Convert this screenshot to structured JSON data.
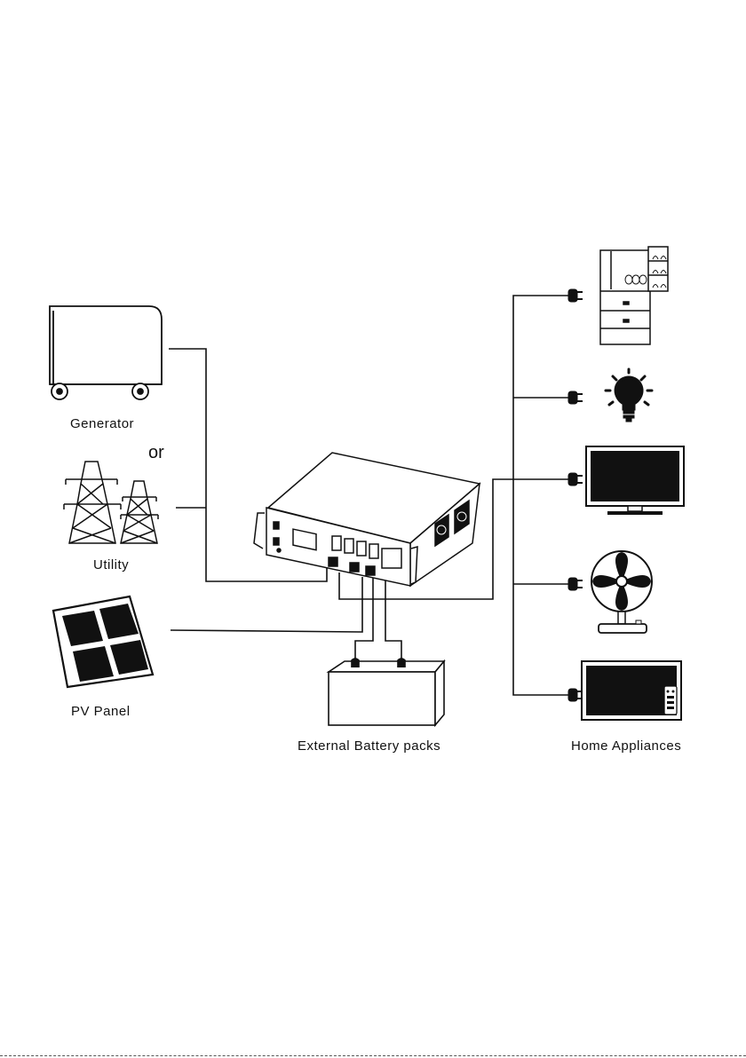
{
  "labels": {
    "generator": "Generator",
    "or": "or",
    "utility": "Utility",
    "pv_panel": "PV Panel",
    "external_battery": "External Battery packs",
    "home_appliances": "Home Appliances"
  },
  "colors": {
    "line": "#111111",
    "fill_dark": "#111111",
    "background": "#ffffff"
  }
}
